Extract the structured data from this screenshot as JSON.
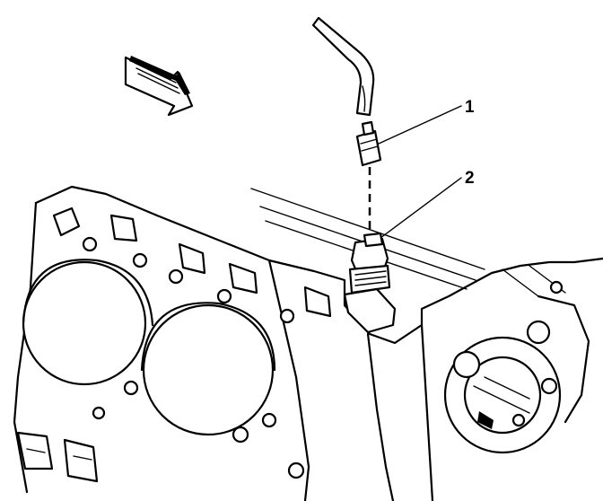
{
  "callouts": [
    {
      "id": "1",
      "label": "1"
    },
    {
      "id": "2",
      "label": "2"
    }
  ],
  "colors": {
    "ink": "#000000",
    "paper": "#ffffff"
  },
  "icons": {
    "direction": "arrow-icon"
  }
}
